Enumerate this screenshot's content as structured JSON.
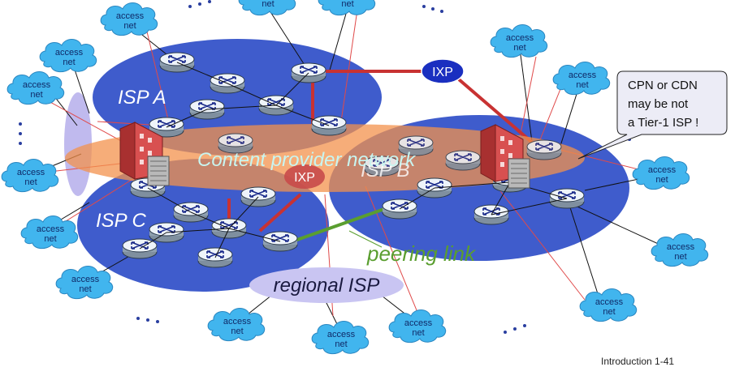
{
  "access_label_line1": "access",
  "access_label_line2": "net",
  "labels": {
    "isp_a": "ISP A",
    "isp_b": "ISP B",
    "isp_c": "ISP C",
    "content_provider": "Content provider network",
    "ixp_top": "IXP",
    "ixp_mid": "IXP",
    "peering_link": "peering link",
    "regional_isp": "regional ISP",
    "callout_line1": "CPN or CDN",
    "callout_line2": "may be not",
    "callout_line3": "a Tier-1 ISP !",
    "footer": "Introduction 1-41"
  },
  "colors": {
    "isp_blob": "#3f5ccc",
    "content_provider": "#f3914c",
    "ixp": "#1a2fc0",
    "ixp_mid": "#c84a4a",
    "access_cloud": "#41b5ee",
    "regional": "#c9c5f2",
    "peering": "#5a9e2f",
    "link_red": "#c83232"
  }
}
